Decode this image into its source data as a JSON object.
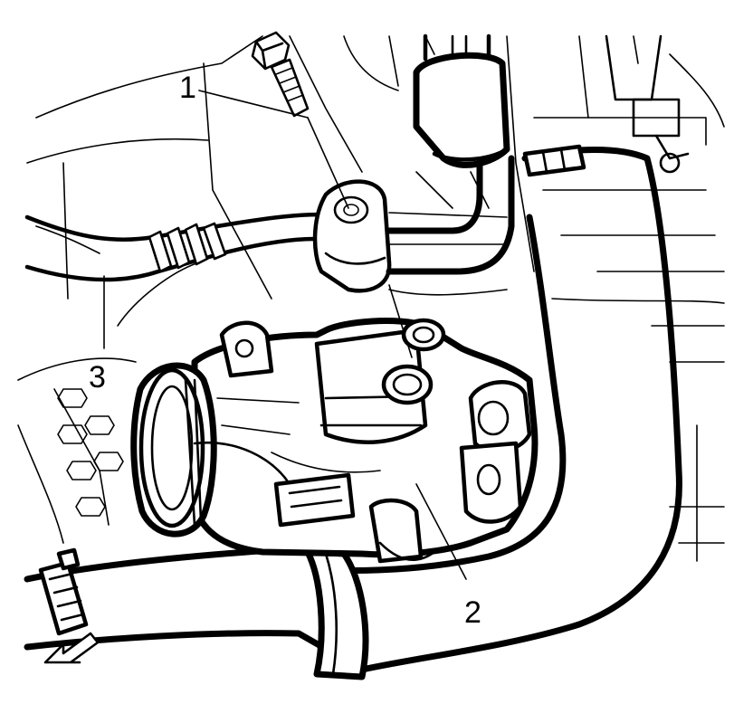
{
  "callouts": [
    {
      "id": "1",
      "label": "1"
    },
    {
      "id": "2",
      "label": "2"
    },
    {
      "id": "3",
      "label": "3"
    }
  ],
  "colors": {
    "line": "#000000",
    "background": "#ffffff"
  },
  "icons": {
    "direction_arrow": "front-arrow-icon"
  }
}
